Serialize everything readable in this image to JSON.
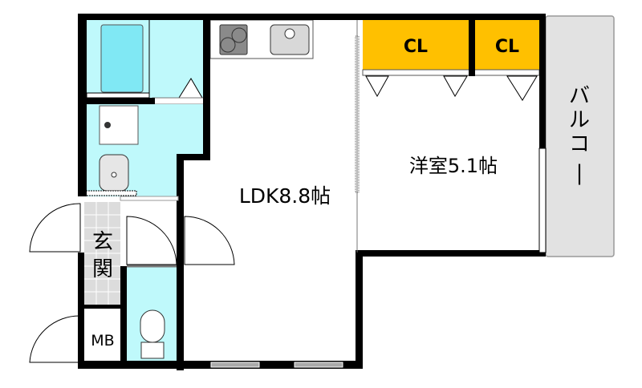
{
  "floorplan": {
    "rooms": {
      "ldk": "LDK8.8帖",
      "bedroom": "洋室5.1帖",
      "closet_1": "CL",
      "closet_2": "CL",
      "balcony": [
        "バ",
        "ル",
        "コ",
        "ー"
      ],
      "entrance": [
        "玄",
        "関"
      ],
      "meter_box": "MB"
    },
    "colors": {
      "wall": "#000000",
      "wet_area": "#bff9fb",
      "bathtub": "#80e8f4",
      "closet": "#ffc000",
      "balcony": "#e2e2e2",
      "entrance_tile": "#dcdcdc",
      "stove": "#8a8a8a",
      "kitchen_sink": "#d8d8d8"
    }
  }
}
